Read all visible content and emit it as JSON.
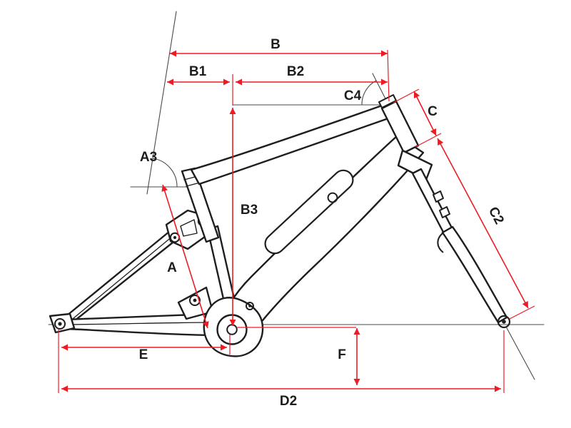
{
  "diagram": {
    "title": "Full-suspension e-bike frame geometry diagram",
    "colors": {
      "dimension_red": "#ed1c24",
      "frame_black": "#1e1e1e",
      "construction_gray": "#4a4a4a",
      "background": "#ffffff"
    },
    "labels": {
      "B": "B",
      "B1": "B1",
      "B2": "B2",
      "B3": "B3",
      "A": "A",
      "A3": "A3",
      "C": "C",
      "C2": "C2",
      "C4": "C4",
      "D2": "D2",
      "E": "E",
      "F": "F"
    }
  }
}
